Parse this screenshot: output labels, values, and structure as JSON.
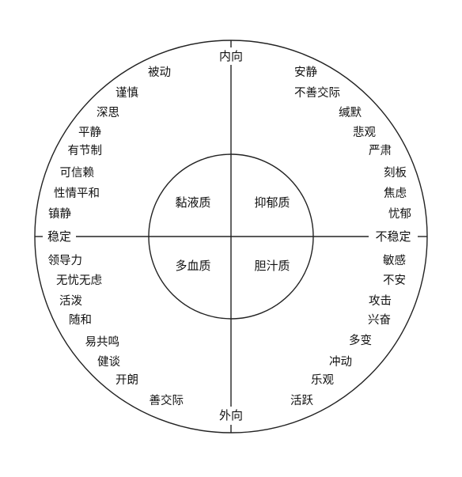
{
  "axes": {
    "top": "内向",
    "bottom": "外向",
    "left": "稳定",
    "right": "不稳定"
  },
  "temperaments": {
    "upper_left": "黏液质",
    "upper_right": "抑郁质",
    "lower_left": "多血质",
    "lower_right": "胆汁质"
  },
  "traits": {
    "upper_left": [
      "被动",
      "谨慎",
      "深思",
      "平静",
      "有节制",
      "可信赖",
      "性情平和",
      "镇静"
    ],
    "upper_right": [
      "安静",
      "不善交际",
      "缄默",
      "悲观",
      "严肃",
      "刻板",
      "焦虑",
      "忧郁"
    ],
    "lower_left": [
      "领导力",
      "无忧无虑",
      "活泼",
      "随和",
      "易共鸣",
      "健谈",
      "开朗",
      "善交际"
    ],
    "lower_right": [
      "敏感",
      "不安",
      "攻击",
      "兴奋",
      "多变",
      "冲动",
      "乐观",
      "活跃"
    ]
  },
  "colors": {
    "line": "#222222",
    "text": "#111111",
    "background": "#ffffff"
  }
}
